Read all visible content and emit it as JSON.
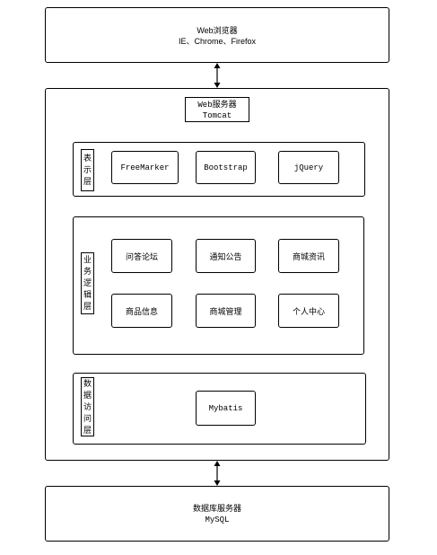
{
  "browser": {
    "title": "Web浏览器",
    "subtitle": "IE、Chrome、Firefox"
  },
  "server": {
    "title": "Web服务器",
    "subtitle": "Tomcat"
  },
  "presentation": {
    "label": "表示层",
    "items": [
      "FreeMarker",
      "Bootstrap",
      "jQuery"
    ]
  },
  "business": {
    "label": "业务逻辑层",
    "items": [
      "问答论坛",
      "通知公告",
      "商城资讯",
      "商品信息",
      "商城管理",
      "个人中心"
    ]
  },
  "data_access": {
    "label": "数据访问层",
    "items": [
      "Mybatis"
    ]
  },
  "database": {
    "title": "数据库服务器",
    "subtitle": "MySQL"
  }
}
